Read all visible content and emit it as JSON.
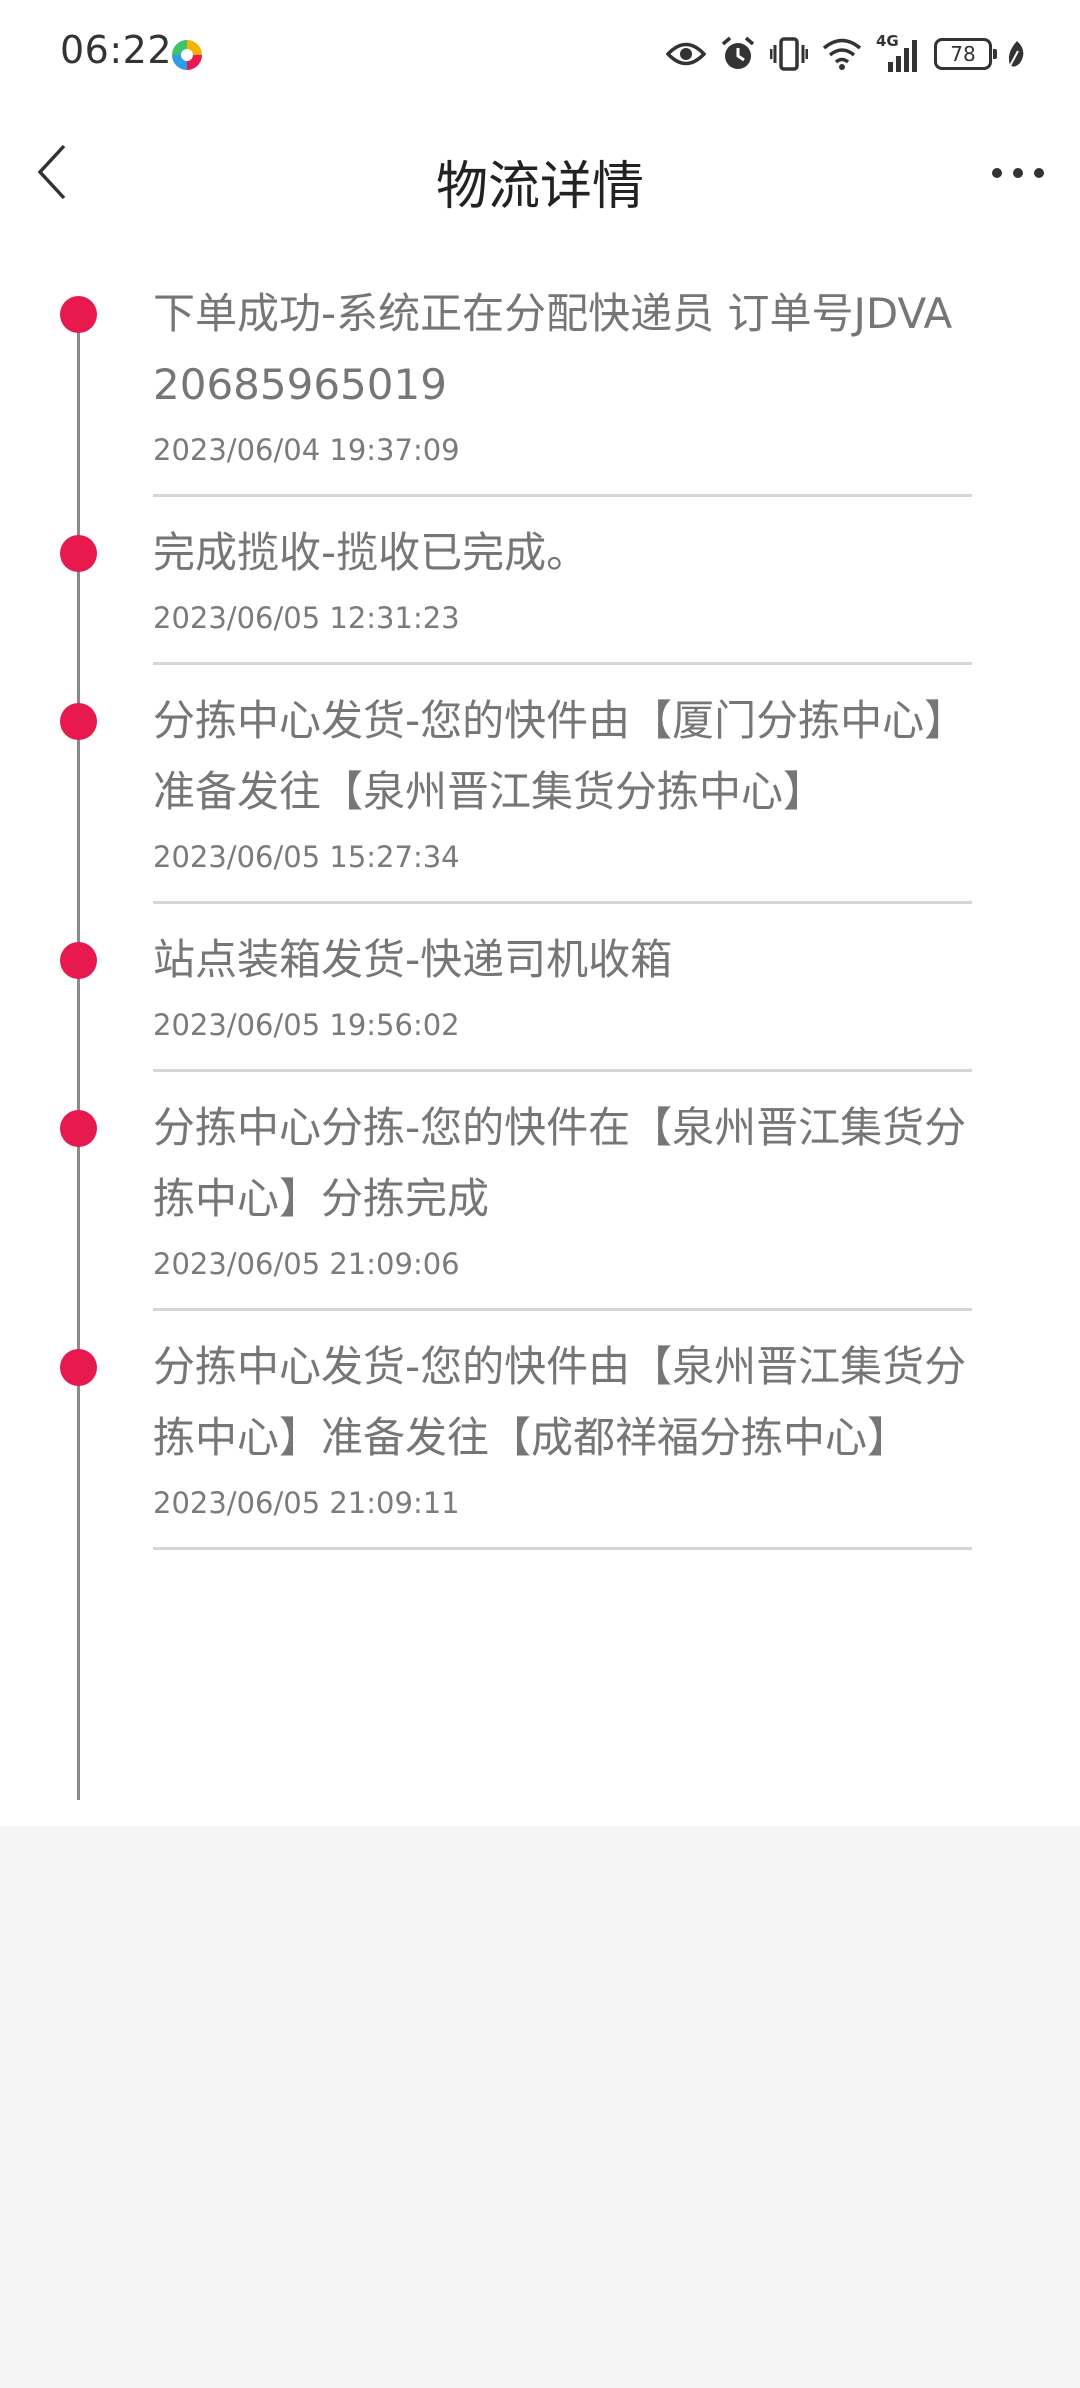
{
  "status_bar": {
    "time": "06:22",
    "network": "4G",
    "battery": "78",
    "icons": [
      "eye-icon",
      "alarm-icon",
      "vibrate-icon",
      "wifi-icon",
      "signal-icon",
      "battery-icon",
      "leaf-icon"
    ]
  },
  "header": {
    "title": "物流详情",
    "back_icon": "chevron-left-icon",
    "more_icon": "more-dots-icon"
  },
  "colors": {
    "dot": "#e8194e",
    "line": "#8a8a8a",
    "text": "#767676",
    "background": "#f5f5f5"
  },
  "events": [
    {
      "desc": "下单成功-系统正在分配快递员 订单号JDVA20685965019",
      "time": "2023/06/04 19:37:09"
    },
    {
      "desc": "完成揽收-揽收已完成。",
      "time": "2023/06/05 12:31:23"
    },
    {
      "desc": "分拣中心发货-您的快件由【厦门分拣中心】准备发往【泉州晋江集货分拣中心】",
      "time": "2023/06/05 15:27:34"
    },
    {
      "desc": "站点装箱发货-快递司机收箱",
      "time": "2023/06/05 19:56:02"
    },
    {
      "desc": "分拣中心分拣-您的快件在【泉州晋江集货分拣中心】分拣完成",
      "time": "2023/06/05 21:09:06"
    },
    {
      "desc": "分拣中心发货-您的快件由【泉州晋江集货分拣中心】准备发往【成都祥福分拣中心】",
      "time": "2023/06/05 21:09:11"
    }
  ]
}
